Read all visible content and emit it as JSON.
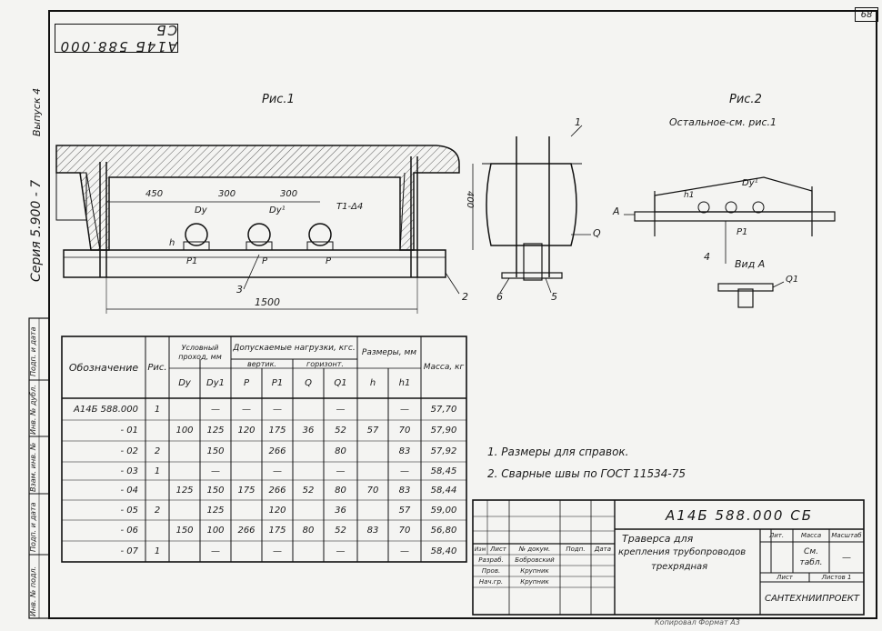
{
  "sheet": {
    "page_number": "68",
    "top_code": "А14Б 588.000 СБ",
    "series": "Серия 5.900 - 7",
    "issue": "Выпуск 4"
  },
  "figures": {
    "fig1": {
      "title": "Рис.1",
      "dims": [
        "450",
        "300",
        "300",
        "1500",
        "400"
      ],
      "labels": {
        "dy_nom": "Dy",
        "dy1": "Dy¹",
        "weld": "Т1-Δ4",
        "h": "h",
        "p": "P",
        "p1": "P1"
      },
      "callouts": [
        "1",
        "2",
        "3"
      ]
    },
    "fig2": {
      "title": "Рис.2",
      "subtitle": "Остальное-см. рис.1",
      "labels": {
        "dy": "Dy¹",
        "a": "A",
        "p1": "P1",
        "h1": "h1"
      },
      "callouts": [
        "4"
      ]
    },
    "side_view": {
      "labels": {
        "q": "Q"
      },
      "callouts": [
        "1",
        "5",
        "6"
      ]
    },
    "view_a": {
      "title": "Вид А",
      "labels": {
        "q1": "Q1"
      }
    }
  },
  "table": {
    "headers": {
      "designation": "Обозначение",
      "fig": "Рис.",
      "nominal": "Условный проход, мм",
      "loads": "Допускаемые нагрузки, кгс.",
      "vert": "вертик.",
      "horiz": "горизонт.",
      "sizes": "Размеры, мм",
      "mass": "Масса, кг",
      "sub": [
        "Dy",
        "Dy1",
        "P",
        "P1",
        "Q",
        "Q1",
        "h",
        "h1"
      ]
    },
    "rows": [
      [
        "А14Б 588.000",
        "1",
        "",
        "—",
        "—",
        "—",
        "",
        "—",
        "",
        "—",
        "57,70"
      ],
      [
        "- 01",
        "",
        "100",
        "125",
        "120",
        "175",
        "36",
        "52",
        "57",
        "70",
        "57,90"
      ],
      [
        "- 02",
        "2",
        "",
        "150",
        "",
        "266",
        "",
        "80",
        "",
        "83",
        "57,92"
      ],
      [
        "- 03",
        "1",
        "",
        "—",
        "",
        "—",
        "",
        "—",
        "",
        "—",
        "58,45"
      ],
      [
        "- 04",
        "",
        "125",
        "150",
        "175",
        "266",
        "52",
        "80",
        "70",
        "83",
        "58,44"
      ],
      [
        "- 05",
        "2",
        "",
        "125",
        "",
        "120",
        "",
        "36",
        "",
        "57",
        "59,00"
      ],
      [
        "- 06",
        "",
        "150",
        "100",
        "266",
        "175",
        "80",
        "52",
        "83",
        "70",
        "56,80"
      ],
      [
        "- 07",
        "1",
        "",
        "—",
        "",
        "—",
        "",
        "—",
        "",
        "—",
        "58,40"
      ]
    ]
  },
  "notes": [
    "1. Размеры для справок.",
    "2. Сварные швы по ГОСТ 11534-75"
  ],
  "title_block": {
    "code": "А14Б 588.000 СБ",
    "name_line1": "Траверса для",
    "name_line2": "крепления трубопроводов",
    "name_line3": "трехрядная",
    "lit_label": "Лит.",
    "mass_label": "Масса",
    "scale_label": "Масштаб",
    "mass_value": "См. табл.",
    "scale_value": "—",
    "sheet_label": "Лист",
    "sheets_label": "Листов 1",
    "company": "САНТЕХНИИПРОЕКТ",
    "col_heads": [
      "Изм",
      "Лист",
      "№ докум.",
      "Подп.",
      "Дата"
    ],
    "roles": [
      "Разраб.",
      "Пров.",
      "Нач.гр."
    ],
    "people": [
      "Бобровский",
      "Крупник",
      "Крупник"
    ]
  },
  "stamp_side": [
    "Подп. и дата",
    "Инв. № дубл.",
    "Взам. инв. №",
    "Подп. и дата",
    "Инв. № подл."
  ],
  "footer": "Копировал   Формат А3"
}
